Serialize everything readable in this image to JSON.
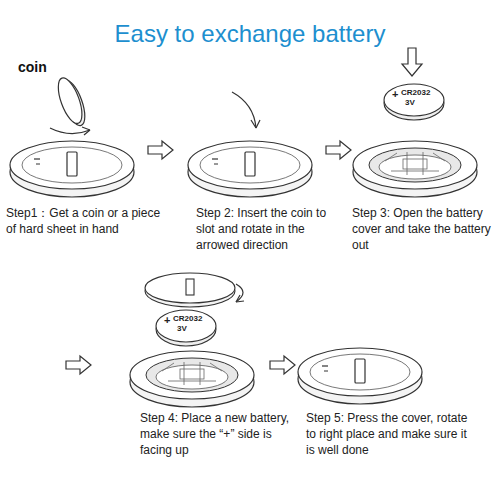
{
  "diagram": {
    "title": "Easy to exchange battery",
    "labels": [
      "coin",
      "+",
      "CR2032",
      "3V",
      "Step1：Get a coin or a piece of hard sheet in hand",
      "Step 2: Insert the coin to slot and rotate in the arrowed direction",
      "Step 3: Open the battery cover and take the battery out",
      "+",
      "CR2032",
      "3V",
      "Step 4: Place a new battery, make sure the “+” side is facing up",
      "Step 5: Press the cover, rotate to right place and make sure it is well done"
    ]
  }
}
